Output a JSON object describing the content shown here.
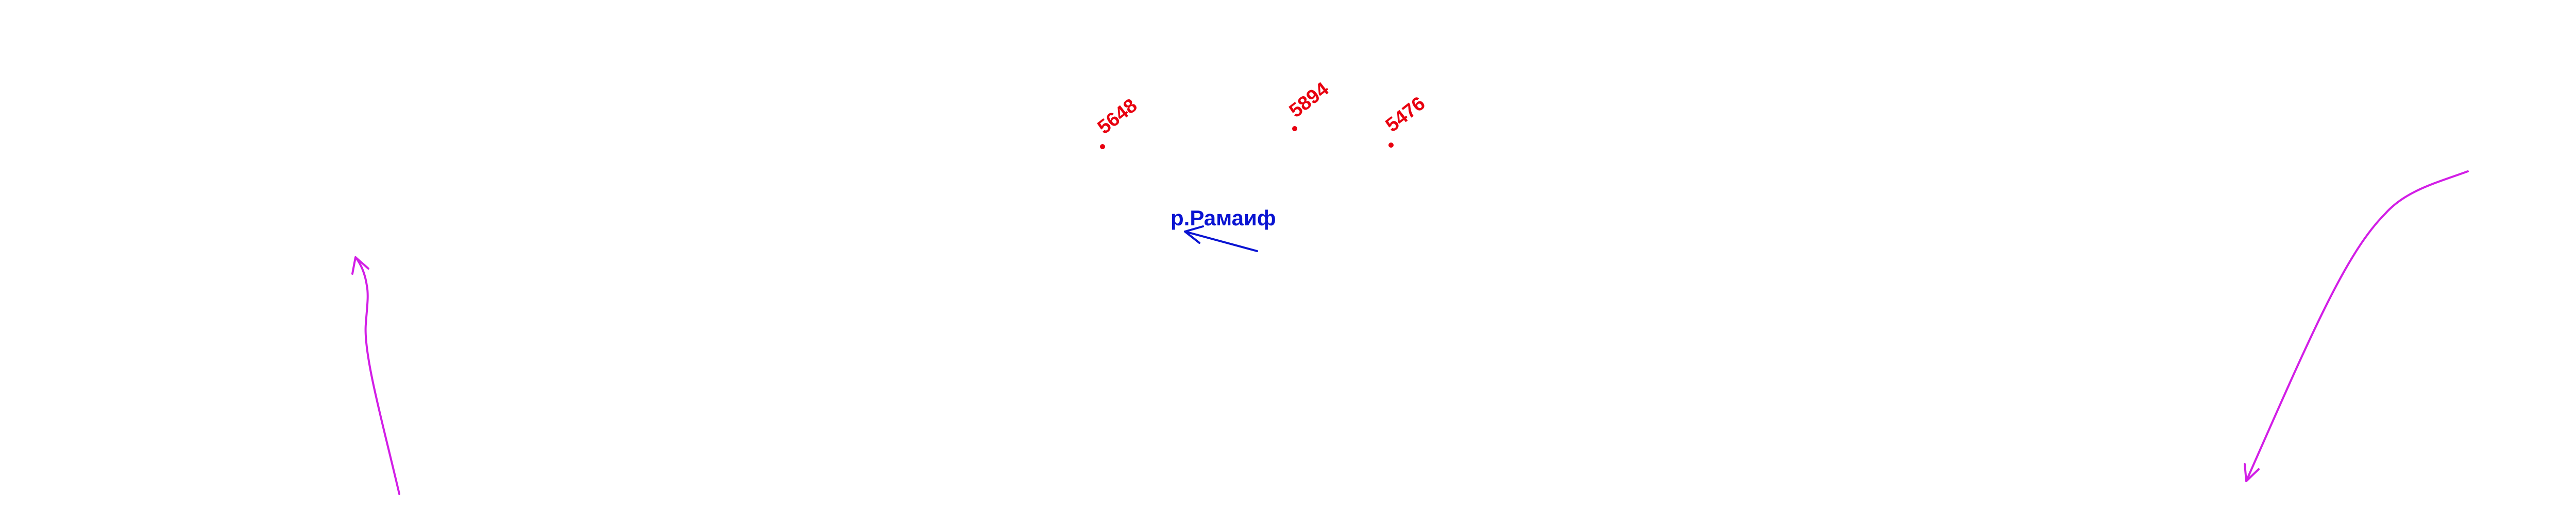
{
  "colors": {
    "background": "#ffffff",
    "peak": "#e8000f",
    "river": "#0a14d2",
    "route": "#d21ee6"
  },
  "map": {
    "peaks": [
      {
        "elevation": "5648"
      },
      {
        "elevation": "5894"
      },
      {
        "elevation": "5476"
      }
    ],
    "river": {
      "label": "р.Рамаиф",
      "flow_direction": "arrow-left"
    },
    "routes": [
      {
        "name": "route-left",
        "arrow": "arrow-up-icon"
      },
      {
        "name": "route-right",
        "arrow": "arrow-down-icon"
      }
    ]
  }
}
